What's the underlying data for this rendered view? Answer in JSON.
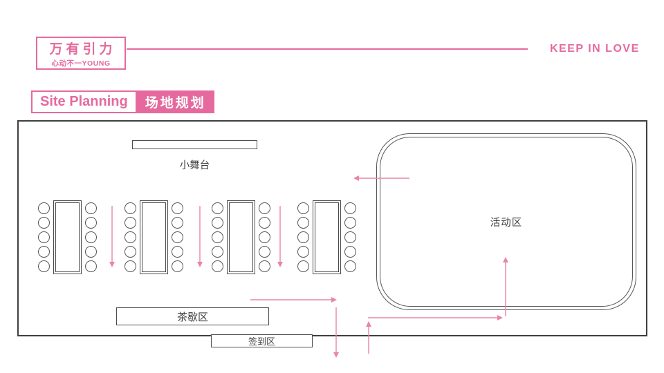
{
  "brand": {
    "logo_title": "万有引力",
    "logo_subtitle": "心动不一YOUNG",
    "slogan": "KEEP IN LOVE"
  },
  "section_title": {
    "en": "Site Planning",
    "zh": "场地规划"
  },
  "floor_plan": {
    "stage_label": "小舞台",
    "activity_area_label": "活动区",
    "tea_break_label": "茶歇区",
    "sign_in_label": "签到区",
    "table_group_count": 4,
    "chairs_per_table": 10
  },
  "colors": {
    "brand_pink": "#e5699d",
    "arrow_pink": "#e883ac",
    "outline_gray": "#4a4a4a",
    "text_gray": "#3f3f3f"
  }
}
